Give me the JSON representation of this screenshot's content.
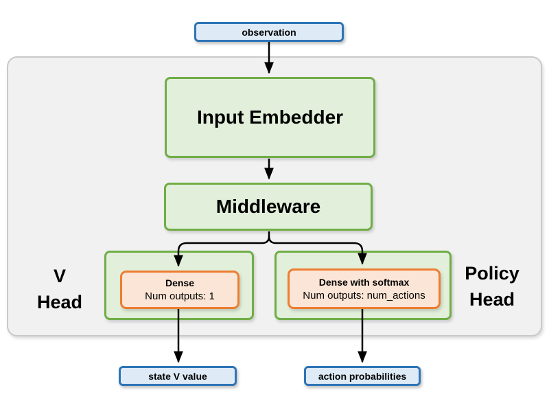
{
  "diagram": {
    "observation": {
      "label": "observation"
    },
    "input_embedder": {
      "label": "Input Embedder"
    },
    "middleware": {
      "label": "Middleware"
    },
    "v_head": {
      "label_lines": [
        "V",
        "Head"
      ],
      "dense": {
        "title": "Dense",
        "subtitle": "Num outputs: 1"
      },
      "output": "state V value"
    },
    "policy_head": {
      "label_lines": [
        "Policy",
        "Head"
      ],
      "dense": {
        "title": "Dense with softmax",
        "subtitle": "Num outputs: num_actions"
      },
      "output": "action probabilities"
    },
    "edges": [
      {
        "from": "observation",
        "to": "input_embedder"
      },
      {
        "from": "input_embedder",
        "to": "middleware"
      },
      {
        "from": "middleware",
        "to": "v_head_dense"
      },
      {
        "from": "middleware",
        "to": "policy_head_dense"
      },
      {
        "from": "v_head_dense",
        "to": "state_v_value"
      },
      {
        "from": "policy_head_dense",
        "to": "action_probabilities"
      }
    ],
    "colors": {
      "blue_fill": "#deebf7",
      "blue_border": "#2e75b6",
      "green_fill": "#e2efda",
      "green_border": "#70ad47",
      "orange_fill": "#fbe5d6",
      "orange_border": "#ed7d31",
      "gray_fill": "#f1f1f2",
      "gray_border": "#c9c9c9"
    }
  }
}
